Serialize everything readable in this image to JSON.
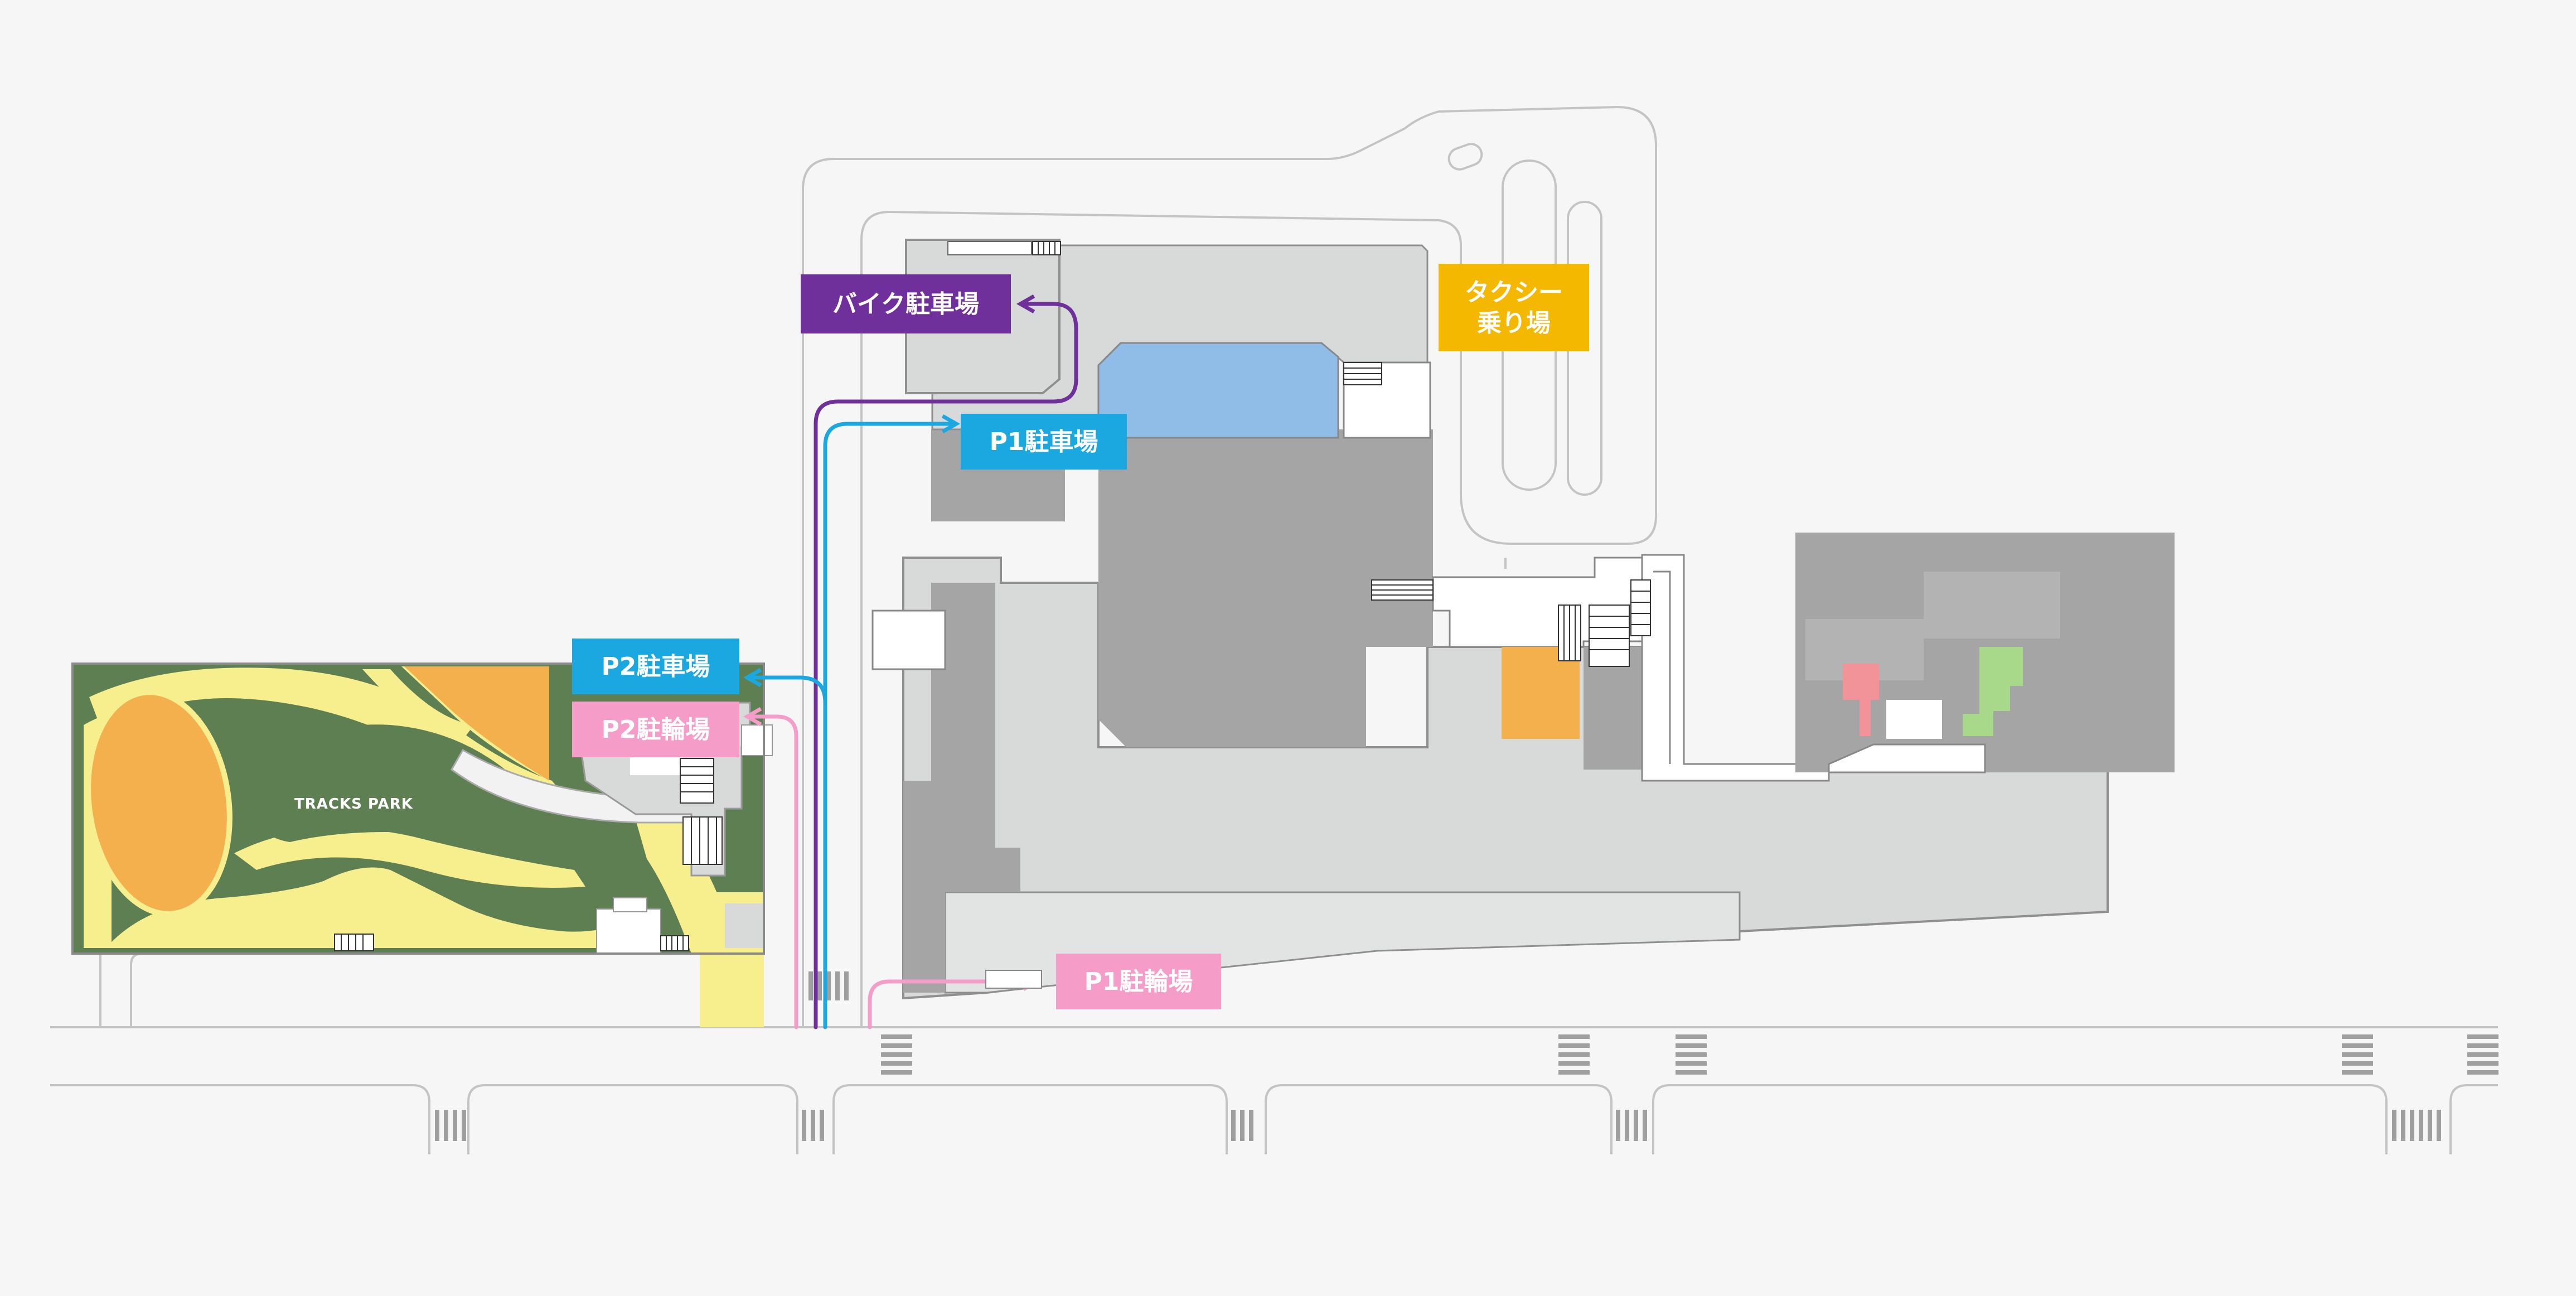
{
  "map": {
    "park_name": "TRACKS PARK",
    "labels": {
      "bike_parking": "バイク駐車場",
      "p1_parking": "P1駐車場",
      "p2_parking": "P2駐車場",
      "p2_bicycle": "P2駐輪場",
      "p1_bicycle": "P1駐輪場",
      "taxi_line1": "タクシー",
      "taxi_line2": "乗り場"
    },
    "colors": {
      "bike_route": "#70309c",
      "parking_route": "#1ba8e0",
      "bicycle_route": "#f59cc9",
      "taxi": "#f5b800",
      "park_green": "#5e7f52",
      "park_path": "#f7ee8e",
      "orange_area": "#f5b04e",
      "water": "#8fbde7",
      "building_dark": "#a5a5a5",
      "building_light": "#d8d9d9",
      "road_line": "#bdbdbd"
    }
  }
}
